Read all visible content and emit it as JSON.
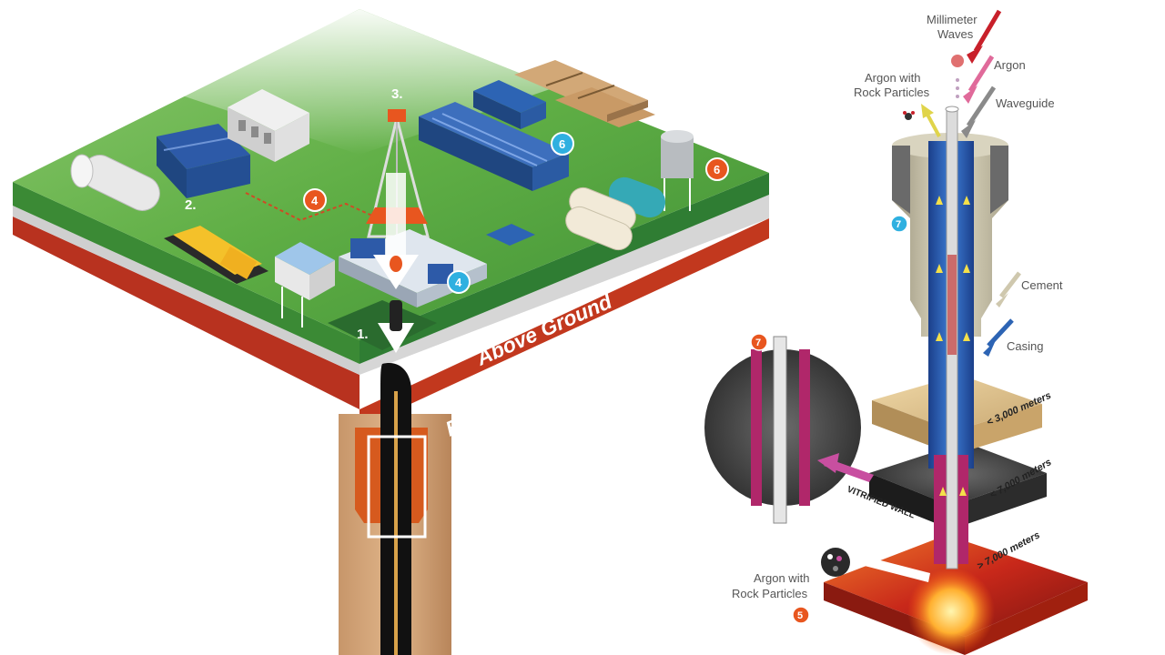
{
  "labels": {
    "above_ground": "Above Ground",
    "below_ground": "Below Ground",
    "millimeter_waves_1": "Millimeter",
    "millimeter_waves_2": "Waves",
    "argon": "Argon",
    "argon_rock_top_1": "Argon with",
    "argon_rock_top_2": "Rock Particles",
    "waveguide": "Waveguide",
    "cement": "Cement",
    "casing": "Casing",
    "vitrified_wall": "VITRIFIED WALL",
    "argon_rock_bottom_1": "Argon with",
    "argon_rock_bottom_2": "Rock Particles",
    "depth_1": "< 3,000 meters",
    "depth_2": "< 7,000 meters",
    "depth_3": "> 7,000 meters"
  },
  "markers": {
    "m1": "1.",
    "m2": "2.",
    "m3": "3.",
    "m4_orange": "4",
    "m4_blue": "4",
    "m5": "5",
    "m6_blue": "6",
    "m6_orange": "6",
    "m7_blue": "7",
    "m7_orange": "7"
  },
  "colors": {
    "grass": "#5fae45",
    "orange_badge": "#e8561f",
    "blue_badge": "#2fb0e0",
    "equipment_blue": "#1f4f9c"
  }
}
